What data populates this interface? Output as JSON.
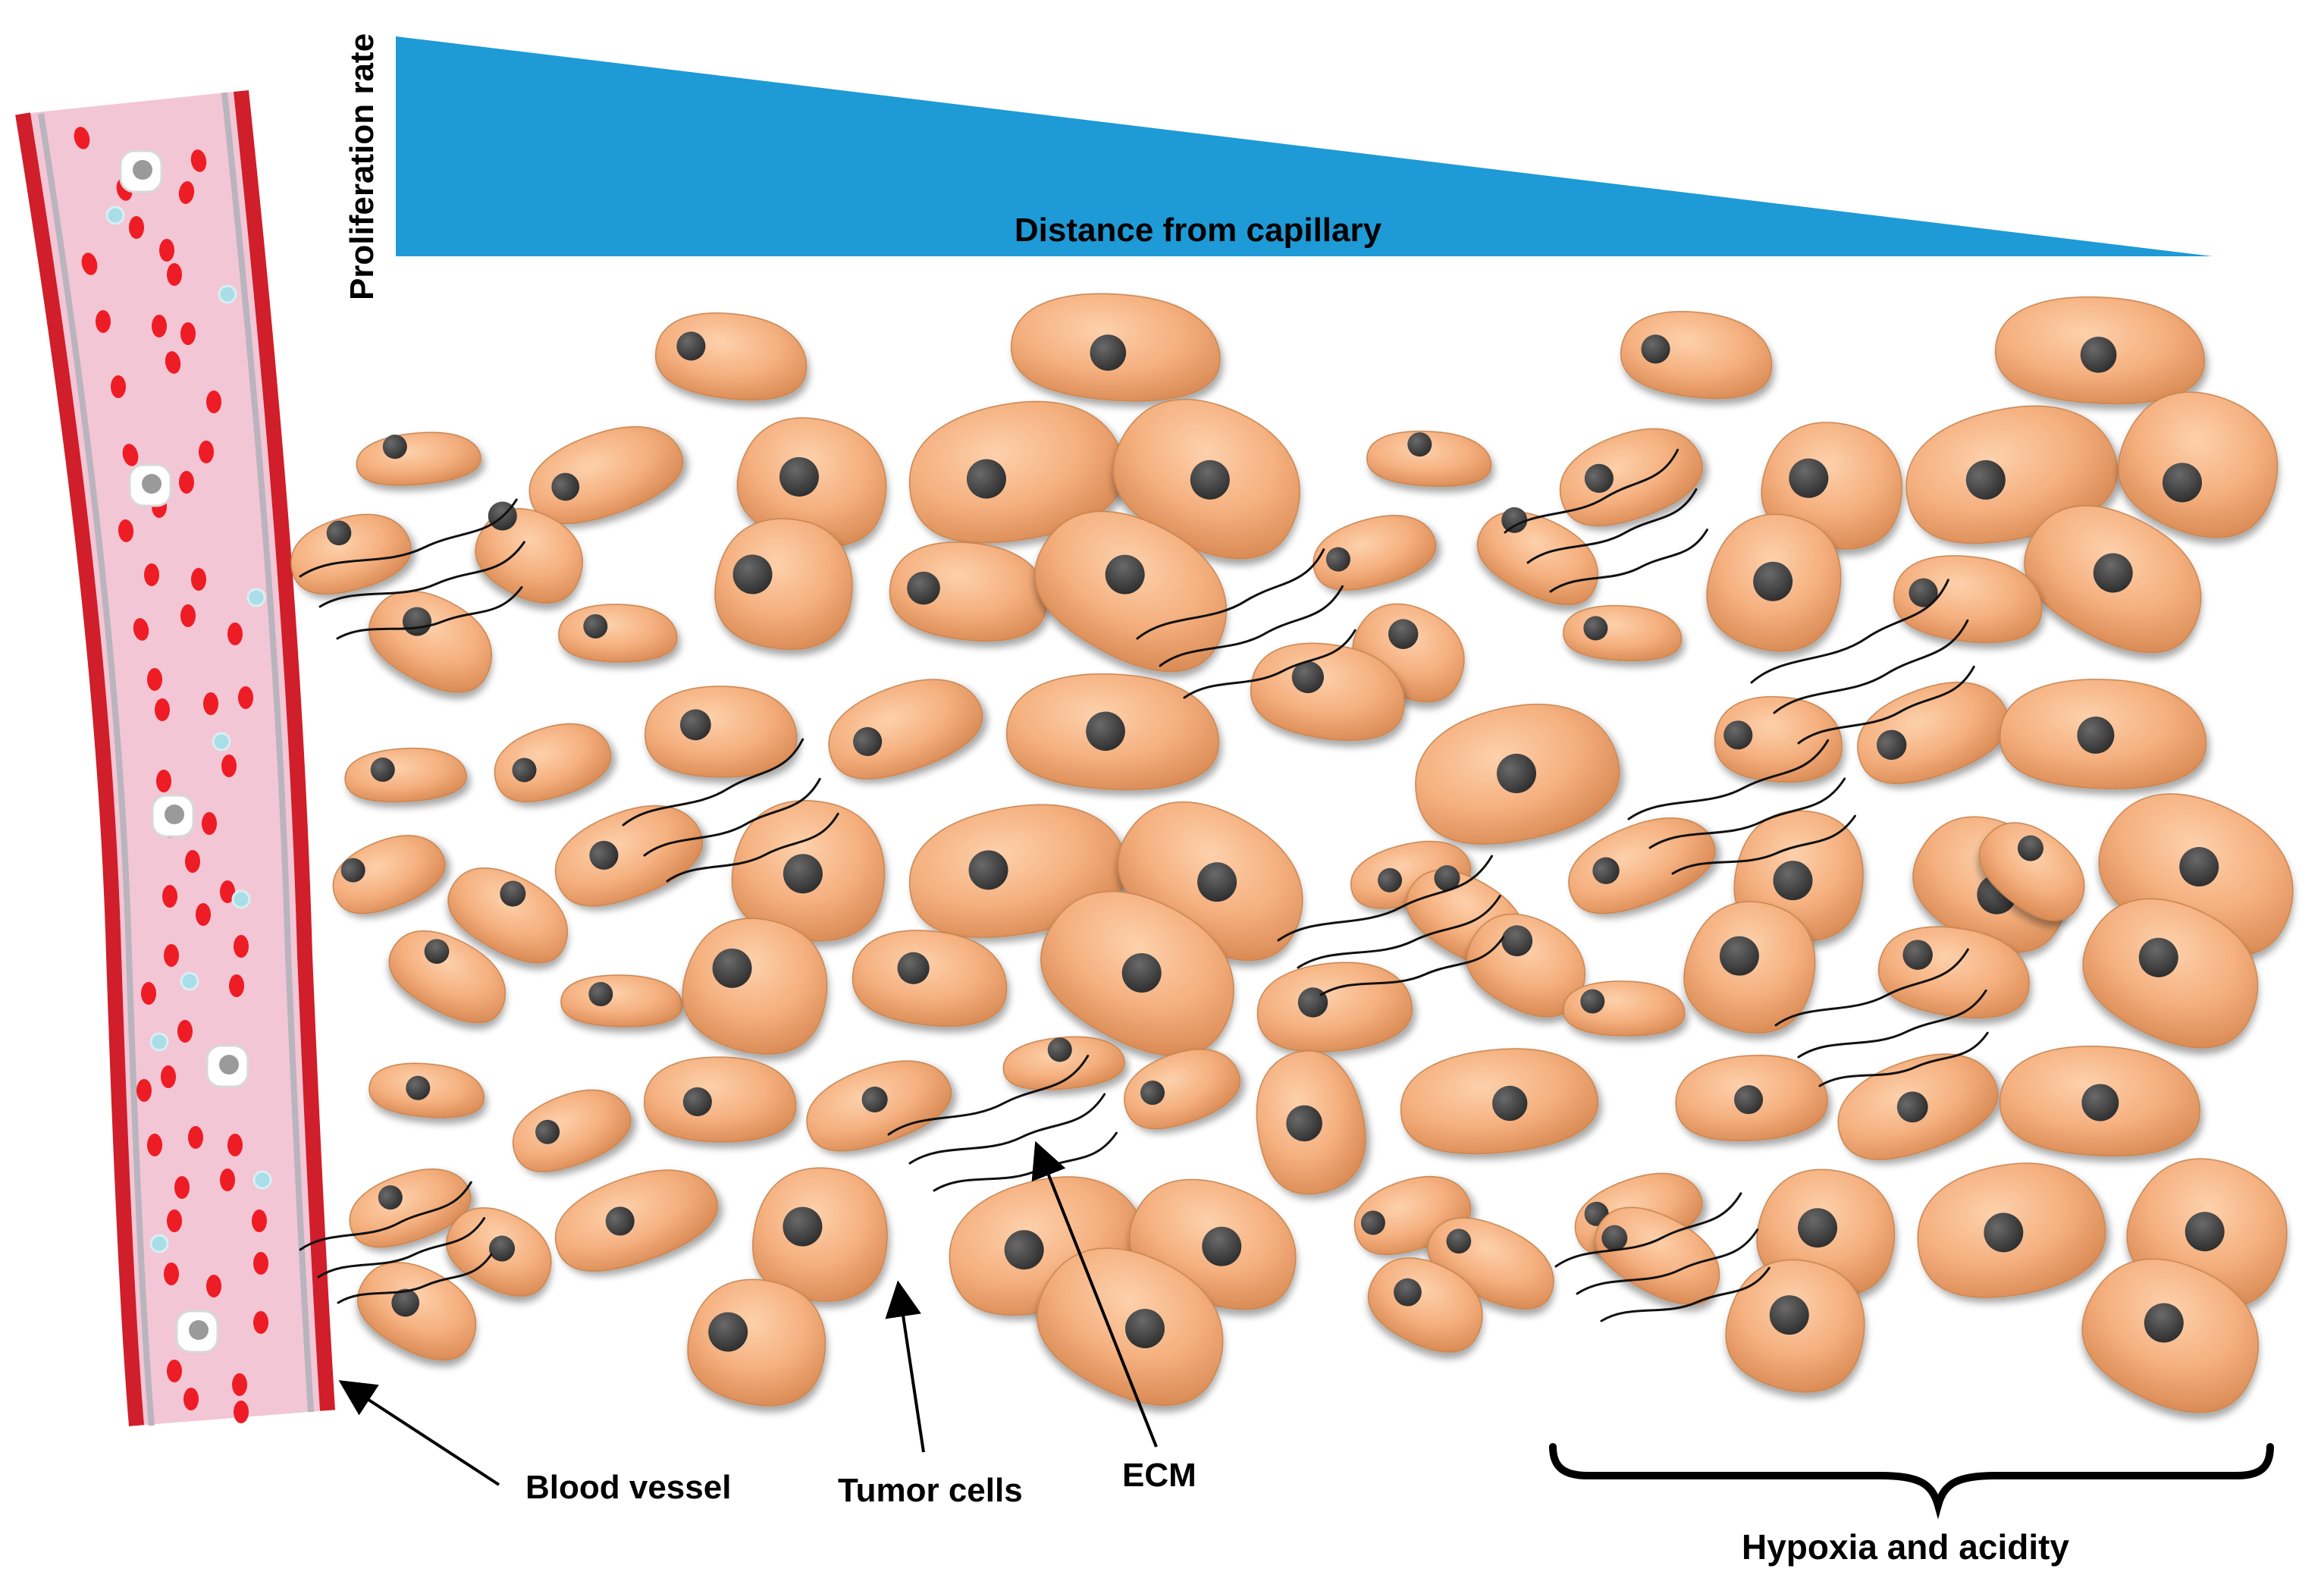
{
  "labels": {
    "y_axis": "Proliferation rate",
    "wedge": "Distance from capillary",
    "vessel": "Blood vessel",
    "tumor": "Tumor cells",
    "ecm": "ECM",
    "hypoxia": "Hypoxia and acidity"
  },
  "colors": {
    "wedge": "#1e9ad6",
    "vessel_wall": "#d01e2a",
    "vessel_lumen": "#f2c6d4",
    "vessel_lining": "#b9b4bd",
    "rbc": "#ee1c25",
    "platelet": "#a9dde7",
    "cell_body": "#f5b07f",
    "cell_edge": "#b06a3b",
    "nucleus": "#3f3f3f"
  },
  "icons": {
    "arrow": "arrow-icon",
    "brace": "curly-brace-icon"
  }
}
